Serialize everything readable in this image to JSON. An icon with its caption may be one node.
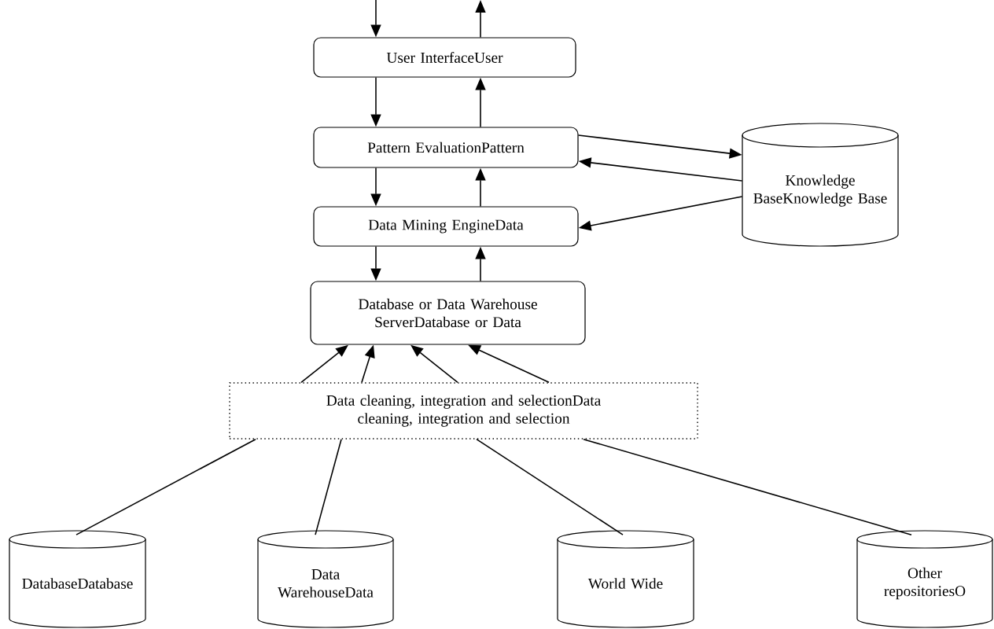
{
  "diagram": {
    "nodes": [
      {
        "text": [
          "User InterfaceUser"
        ]
      },
      {
        "text": [
          "Pattern EvaluationPattern"
        ]
      },
      {
        "text": [
          "Knowledge BaseKnowledge Base"
        ]
      },
      {
        "text": [
          "Data Mining EngineData"
        ]
      },
      {
        "text": [
          "Database or Data Warehouse ServerDatabase or Data"
        ]
      },
      {
        "text": [
          "Data cleaning, integration and selectionData cleaning, integration and selection"
        ]
      },
      {
        "text": [
          "DatabaseDatabase"
        ]
      },
      {
        "text": [
          "Data WarehouseData"
        ]
      },
      {
        "text": [
          "World Wide"
        ]
      },
      {
        "text": [
          "Other repositoriesO"
        ]
      }
    ],
    "edges": [
      {
        "from": null,
        "to": 0,
        "arrow": "to"
      },
      {
        "from": 0,
        "to": null,
        "arrow": "to"
      },
      {
        "from": 0,
        "to": 1,
        "arrow": "to"
      },
      {
        "from": 1,
        "to": 0,
        "arrow": "to"
      },
      {
        "from": 1,
        "to": 2,
        "arrow": "to"
      },
      {
        "from": 2,
        "to": 1,
        "arrow": "to"
      },
      {
        "from": 2,
        "to": 3,
        "arrow": "to"
      },
      {
        "from": 1,
        "to": 3,
        "arrow": "to"
      },
      {
        "from": 3,
        "to": 1,
        "arrow": "to"
      },
      {
        "from": 3,
        "to": 4,
        "arrow": "to"
      },
      {
        "from": 4,
        "to": 3,
        "arrow": "to"
      },
      {
        "from": 5,
        "to": 4,
        "arrow": "to"
      },
      {
        "from": 5,
        "to": 4,
        "arrow": "to"
      },
      {
        "from": 5,
        "to": 4,
        "arrow": "to"
      },
      {
        "from": 5,
        "to": 4,
        "arrow": "to"
      },
      {
        "from": 6,
        "to": 5,
        "arrow": "none"
      },
      {
        "from": 7,
        "to": 5,
        "arrow": "none"
      },
      {
        "from": 8,
        "to": 5,
        "arrow": "none"
      },
      {
        "from": 9,
        "to": 5,
        "arrow": "none"
      }
    ]
  }
}
